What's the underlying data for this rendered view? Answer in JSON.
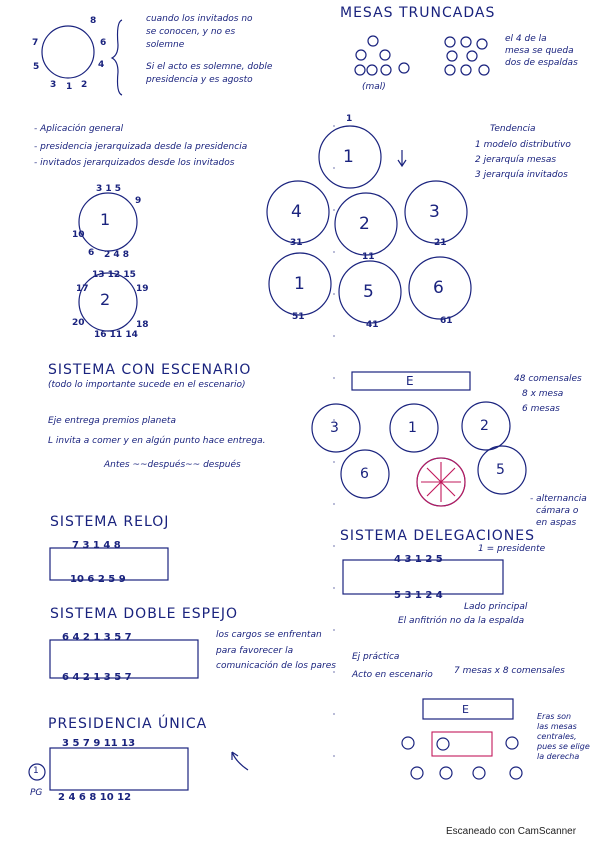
{
  "footer": "Escaneado con CamScanner",
  "mesas_truncadas": {
    "title": "MESAS TRUNCADAS",
    "caption": "(mal)",
    "note_1": "el 4 de la",
    "note_2": "mesa se queda",
    "note_3": "dos de espaldas"
  },
  "top_notes": {
    "line1": "cuando los invitados no",
    "line2": "se conocen, y no es",
    "line3": "solemne",
    "line4": "Si el acto es solemne, doble",
    "line5": "presidencia y es agosto"
  },
  "bullets": {
    "b1": "- Aplicación general",
    "b2": "- presidencia jerarquizada desde la presidencia",
    "b3": "- invitados jerarquizados desde los invitados"
  },
  "tendencias": {
    "title": "Tendencia",
    "i1": "1 modelo distributivo",
    "i2": "2 jerarquía mesas",
    "i3": "3 jerarquía invitados"
  },
  "circle_labels": {
    "c1": "1",
    "c2": "2",
    "c3": "3",
    "c4": "4",
    "c5": "5",
    "c6": "6"
  },
  "sistema_escenario": {
    "title": "SISTEMA CON ESCENARIO",
    "subtitle": "(todo lo importante sucede en el escenario)",
    "line1": "Eje entrega premios planeta",
    "line2": "L invita a comer y en algún punto hace entrega.",
    "line3": "Antes  ~~después~~  después",
    "stage": "E",
    "c3": "3",
    "c1": "1",
    "c2": "2",
    "c6": "6",
    "c5": "5",
    "counts_1": "48 comensales",
    "counts_2": "8 x mesa",
    "counts_3": "6 mesas",
    "note_1": "- alternancia",
    "note_2": "cámara o",
    "note_3": "en aspas"
  },
  "sistema_reloj": {
    "title": "SISTEMA RELOJ",
    "top": "7 3 1 4 8",
    "bottom": "10 6 2 5 9"
  },
  "sistema_delegaciones": {
    "title": "SISTEMA DELEGACIONES",
    "top_note": "1 = presidente",
    "top": "4 3 1 2 5",
    "bottom": "5 3 1 2 4",
    "note_1": "Lado principal",
    "note_2": "El anfitrión no da la espalda"
  },
  "sistema_doble_espejo": {
    "title": "SISTEMA DOBLE ESPEJO",
    "top": "6 4 2 1 3 5 7",
    "bottom": "6 4 2 1 3 5 7",
    "note_1": "los cargos se enfrentan",
    "note_2": "para favorecer la",
    "note_3": "comunicación de los pares"
  },
  "ejemplo": {
    "line1": "Ej práctica",
    "line2": "Acto en escenario",
    "line3": "7 mesas x 8 comensales",
    "stage": "E",
    "note_1": "Eras son",
    "note_2": "las mesas",
    "note_3": "centrales,",
    "note_4": "pues se elige",
    "note_5": "la derecha"
  },
  "presidencia_unica": {
    "title": "PRESIDENCIA ÚNICA",
    "top": "3 5 7 9 11 13",
    "bottom": "2 4 6 8 10 12",
    "pg": "PG",
    "mark": "1"
  },
  "seat_labels": {
    "s8": "8",
    "s7": "7",
    "s6": "6",
    "s5": "5",
    "s4": "4",
    "s3": "3",
    "s1": "1",
    "s2": "2",
    "r315": "3 1 5",
    "r9": "9",
    "r10": "10",
    "r6": "6",
    "r248": "2 4 8",
    "r131215": "13 12 15",
    "r17": "17",
    "r19": "19",
    "r20": "20",
    "r18": "18",
    "r1614": "16 11 14",
    "t1": "1",
    "t31": "31",
    "t11": "11",
    "t21": "21",
    "t51": "51",
    "t41": "41",
    "t61": "61"
  }
}
